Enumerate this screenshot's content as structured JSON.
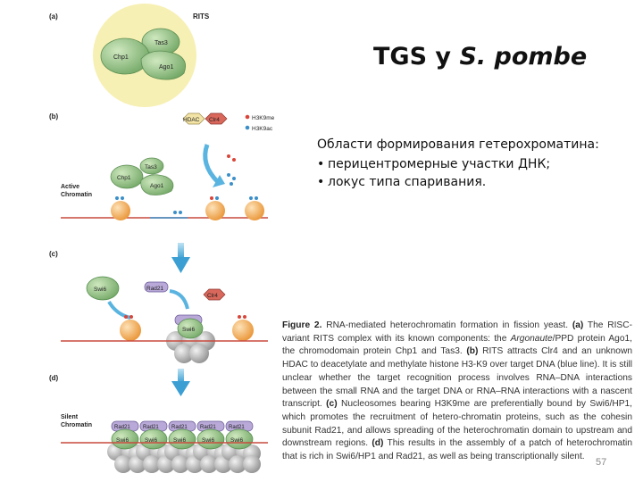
{
  "slide": {
    "title_prefix": "TGS у ",
    "title_italic": "S. pombe",
    "bullets_heading": "Области формирования гетерохроматина:",
    "bullets": [
      "перицентромерные участки ДНК;",
      "локус типа спаривания."
    ],
    "page_number": "57"
  },
  "figure": {
    "panel_a_label": "(a)",
    "panel_b_label": "(b)",
    "panel_c_label": "(c)",
    "panel_d_label": "(d)",
    "rits_label": "RITS",
    "tas3": "Tas3",
    "chp1": "Chp1",
    "ago1": "Ago1",
    "hdac": "HDAC",
    "clr4": "Clr4",
    "legend_h3k9me": "H3K9me",
    "legend_h3k9ac": "H3K9ac",
    "active_chromatin_1": "Active",
    "active_chromatin_2": "Chromatin",
    "swi6": "Swi6",
    "rad21": "Rad21",
    "silent_chromatin_1": "Silent",
    "silent_chromatin_2": "Chromatin"
  },
  "caption": {
    "fig_label": "Figure 2.",
    "t1": " RNA-mediated heterochromatin formation in fission yeast. ",
    "a": "(a)",
    "t2": " The RISC-variant RITS complex with its known components: the ",
    "argonaute": "Argonaute",
    "t3": "/PPD protein Ago1, the chromodomain protein Chp1 and Tas3. ",
    "b": "(b)",
    "t4": " RITS attracts Clr4 and an unknown HDAC to deacetylate and methylate histone H3-K9 over target DNA (blue line). It is still unclear whether the target recognition process involves RNA–DNA interactions between the small RNA and the target DNA or RNA–RNA interactions with a nascent transcript. ",
    "c": "(c)",
    "t5": " Nucleosomes bearing H3K9me are preferentially bound by Swi6/HP1, which promotes the recruitment of hetero-chromatin proteins, such as the cohesin subunit Rad21, and allows spreading of the heterochromatin domain to upstream and downstream regions. ",
    "d": "(d)",
    "t6": " This results in the assembly of a patch of heterochromatin that is rich in Swi6/HP1 and Rad21, as well as being transcriptionally silent."
  },
  "colors": {
    "rits_bg": "#f7f0b4",
    "protein_green": "#9fc787",
    "nucleosome": "#f0a24a",
    "clr4_red": "#d9675b",
    "hdac_yellow": "#f2e3a6",
    "rad21_purple": "#b9a9d8",
    "swi6_green": "#7fb27a",
    "dna_red": "#c94a3e",
    "arrow_blue": "#4da7d6"
  }
}
